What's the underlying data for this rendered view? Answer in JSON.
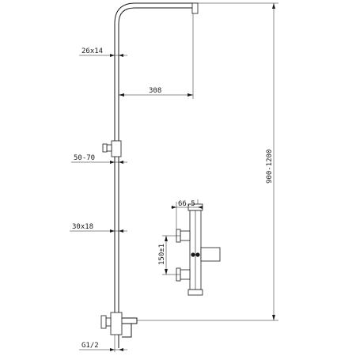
{
  "dimensions": {
    "pipe_upper": "26x14",
    "arm_length": "308",
    "holder_range": "50-70",
    "total_height": "900-1200",
    "pipe_lower": "30x18",
    "valve_depth": "66.5",
    "inlet_spacing": "150±1",
    "thread": "G1/2"
  }
}
